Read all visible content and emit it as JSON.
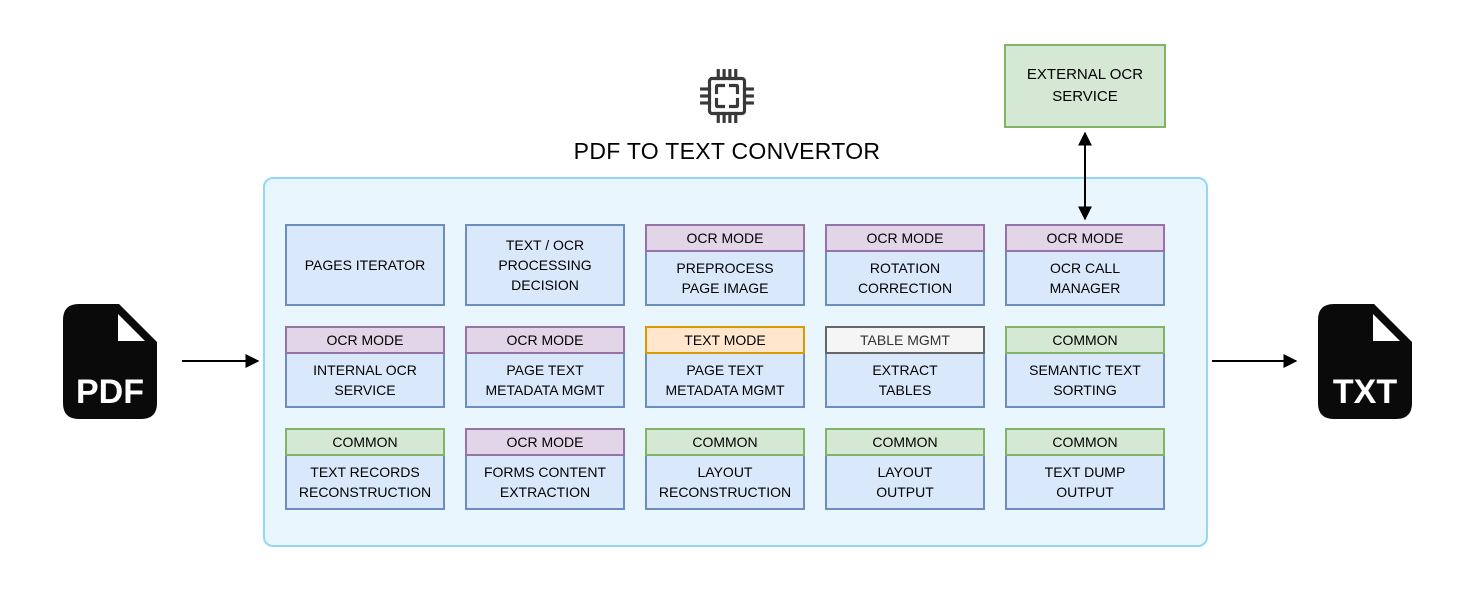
{
  "title": "PDF TO TEXT CONVERTOR",
  "icons": {
    "chip": "chip-icon",
    "input": "pdf-file-icon",
    "output": "txt-file-icon",
    "flow": "arrow-right-icon",
    "service_link": "arrow-vertical-double-icon"
  },
  "input_file": {
    "label": "PDF"
  },
  "output_file": {
    "label": "TXT"
  },
  "external_service": {
    "label": "EXTERNAL OCR\nSERVICE"
  },
  "palette": {
    "container_fill": "#e9f6fd",
    "container_border": "#93d7f3",
    "module_fill": "#dae8fc",
    "module_border": "#6c8ebf",
    "ocr_fill": "#e1d5e7",
    "ocr_border": "#9673a6",
    "text_fill": "#ffe6cc",
    "text_border": "#d79b00",
    "table_fill": "#f5f5f5",
    "table_border": "#666666",
    "table_text": "#333333",
    "common_fill": "#d5e8d4",
    "common_border": "#82b366",
    "arrow_color": "#000000",
    "file_icon_color": "#0a0a0a",
    "chip_icon_color": "#383838"
  },
  "modules": [
    {
      "header": null,
      "label": "PAGES ITERATOR"
    },
    {
      "header": null,
      "label": "TEXT / OCR\nPROCESSING\nDECISION"
    },
    {
      "header": {
        "label": "OCR MODE",
        "type": "ocr"
      },
      "label": "PREPROCESS\nPAGE IMAGE"
    },
    {
      "header": {
        "label": "OCR MODE",
        "type": "ocr"
      },
      "label": "ROTATION\nCORRECTION"
    },
    {
      "header": {
        "label": "OCR MODE",
        "type": "ocr"
      },
      "label": "OCR CALL\nMANAGER"
    },
    {
      "header": {
        "label": "OCR MODE",
        "type": "ocr"
      },
      "label": "INTERNAL OCR\nSERVICE"
    },
    {
      "header": {
        "label": "OCR MODE",
        "type": "ocr"
      },
      "label": "PAGE TEXT\nMETADATA MGMT"
    },
    {
      "header": {
        "label": "TEXT MODE",
        "type": "text"
      },
      "label": "PAGE TEXT\nMETADATA MGMT"
    },
    {
      "header": {
        "label": "TABLE MGMT",
        "type": "table"
      },
      "label": "EXTRACT\nTABLES"
    },
    {
      "header": {
        "label": "COMMON",
        "type": "common"
      },
      "label": "SEMANTIC TEXT\nSORTING"
    },
    {
      "header": {
        "label": "COMMON",
        "type": "common"
      },
      "label": "TEXT RECORDS\nRECONSTRUCTION"
    },
    {
      "header": {
        "label": "OCR MODE",
        "type": "ocr"
      },
      "label": "FORMS CONTENT\nEXTRACTION"
    },
    {
      "header": {
        "label": "COMMON",
        "type": "common"
      },
      "label": "LAYOUT\nRECONSTRUCTION"
    },
    {
      "header": {
        "label": "COMMON",
        "type": "common"
      },
      "label": "LAYOUT\nOUTPUT"
    },
    {
      "header": {
        "label": "COMMON",
        "type": "common"
      },
      "label": "TEXT DUMP\nOUTPUT"
    }
  ]
}
